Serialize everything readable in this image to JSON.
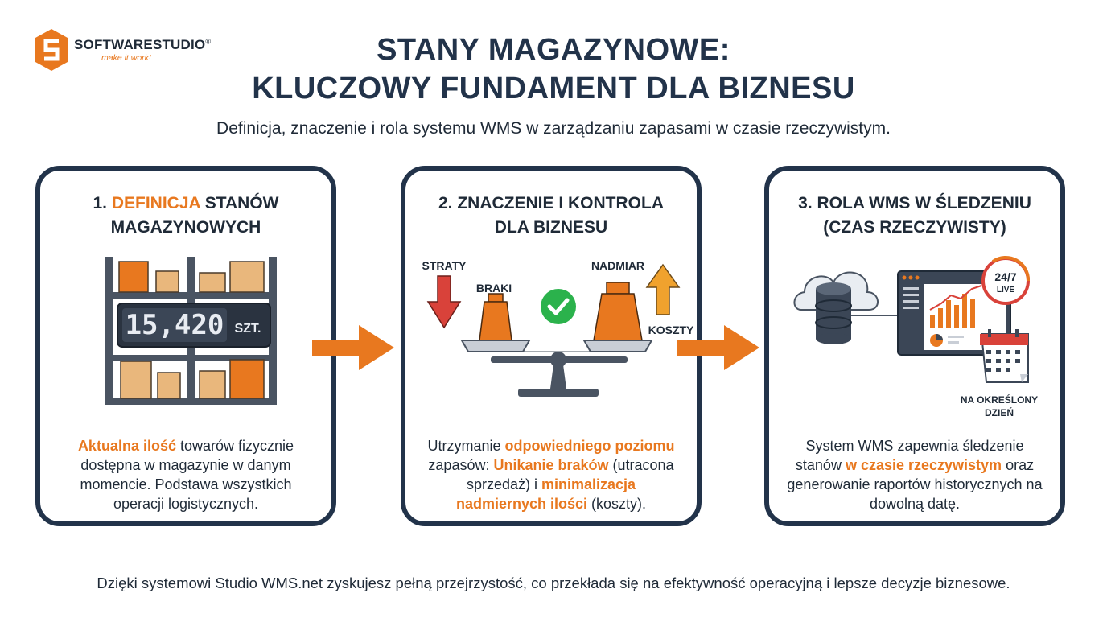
{
  "brand": {
    "name_part1": "SOFTWARE",
    "name_part2": "STUDIO",
    "registered": "®",
    "tagline": "make it work!"
  },
  "header": {
    "title_line1": "STANY MAGAZYNOWE:",
    "title_line2": "KLUCZOWY FUNDAMENT DLA BIZNESU",
    "subtitle": "Definicja, znaczenie i rola systemu WMS w zarządzaniu zapasami w czasie rzeczywistym."
  },
  "cards": [
    {
      "title_prefix": "1. ",
      "title_highlight": "DEFINICJA",
      "title_suffix": " STANÓW",
      "title_line2": "MAGAZYNOWYCH",
      "counter_value": "15,420",
      "counter_unit": "SZT.",
      "text_highlight": "Aktualna ilość",
      "text_rest": " towarów fizycznie dostępna w magazynie w danym momencie. Podstawa wszystkich operacji logistycznych."
    },
    {
      "title_line1": "2. ZNACZENIE I KONTROLA",
      "title_line2": "DLA BIZNESU",
      "label_straty": "STRATY",
      "label_braki": "BRAKI",
      "label_nadmiar": "NADMIAR",
      "label_koszty": "KOSZTY",
      "text_part1": "Utrzymanie ",
      "text_hl1": "odpowiedniego poziomu",
      "text_part2": " zapasów: ",
      "text_hl2": "Unikanie braków",
      "text_part3": " (utracona sprzedaż) i ",
      "text_hl3": "minimalizacja nadmiernych ilości",
      "text_part4": " (koszty)."
    },
    {
      "title_line1": "3. ROLA WMS W ŚLEDZENIU",
      "title_line2": "(CZAS RZECZYWISTY)",
      "badge_line1": "24/7",
      "badge_line2": "LIVE",
      "calendar_label_line1": "NA OKREŚLONY",
      "calendar_label_line2": "DZIEŃ",
      "text_part1": "System WMS zapewnia śledzenie stanów ",
      "text_hl1": "w czasie rzeczywistym",
      "text_part2": " oraz generowanie raportów historycznych na dowolną datę."
    }
  ],
  "footer": {
    "text": "Dzięki systemowi Studio WMS.net zyskujesz pełną przejrzystość, co przekłada się na efektywność operacyjną i lepsze decyzje biznesowe."
  },
  "colors": {
    "accent": "#e8781f",
    "navy": "#22334a",
    "red": "#d9423a",
    "green": "#2bb24c",
    "box": "#e9b77c"
  },
  "icons": [
    "logo-icon",
    "shelf-icon",
    "counter-display",
    "arrow-down-icon",
    "arrow-up-icon",
    "scale-icon",
    "check-icon",
    "cloud-icon",
    "database-icon",
    "dashboard-icon",
    "clock-icon",
    "calendar-icon",
    "arrow-right-icon"
  ]
}
